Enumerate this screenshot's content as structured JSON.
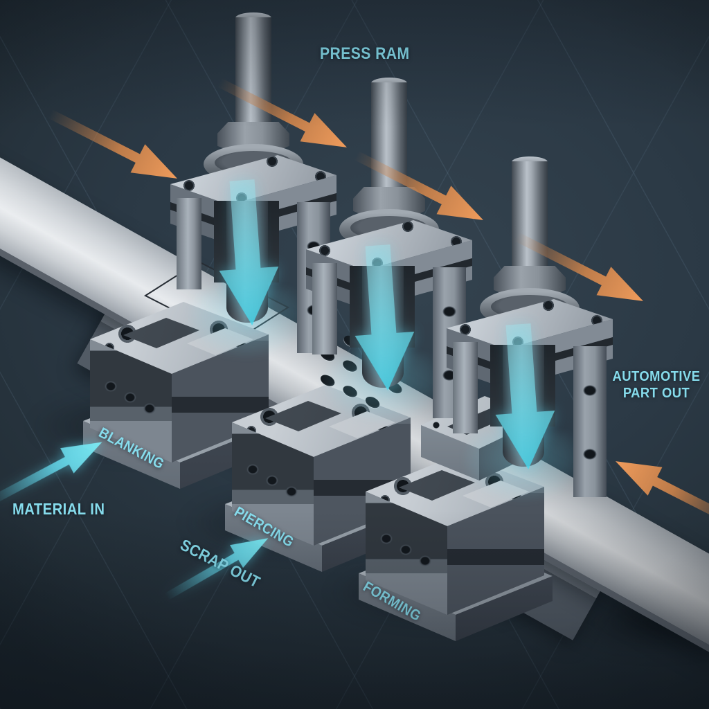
{
  "diagram": {
    "subject": "Progressive stamping press line",
    "labels": {
      "press_ram": "PRESS RAM",
      "material_in": "MATERIAL IN",
      "scrap_out": "SCRAP OUT",
      "automotive_part_out_line1": "AUTOMOTIVE",
      "automotive_part_out_line2": "PART OUT"
    },
    "stations": [
      {
        "name": "blanking-station",
        "label": "BLANKING"
      },
      {
        "name": "piercing-station",
        "label": "PIERCING"
      },
      {
        "name": "forming-station",
        "label": "FORMING"
      }
    ],
    "colors": {
      "background": "#2b3945",
      "grid_line": "#6a87a0",
      "label_text": "#86dcec",
      "flow_arrow_orange": "#e8955a",
      "motion_arrow_cyan": "#64dcec",
      "metal_light": "#c9cfd5",
      "metal_mid": "#8a939c",
      "metal_dark": "#343b43"
    }
  }
}
